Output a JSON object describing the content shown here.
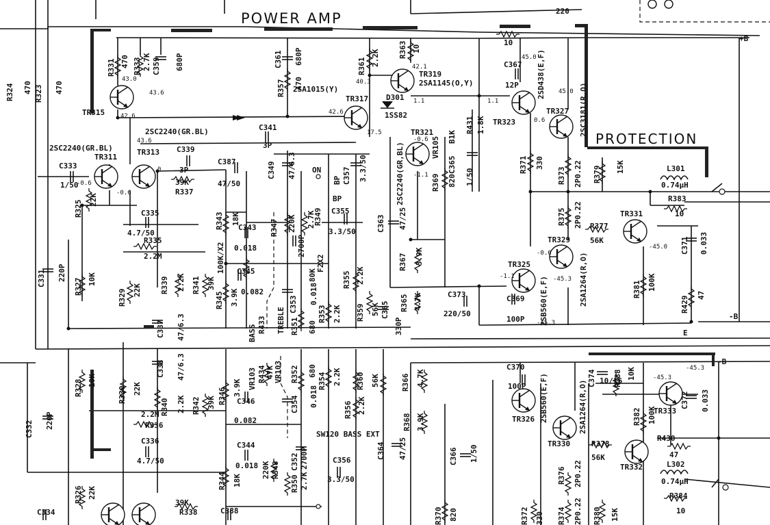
{
  "diagram": {
    "title_power_amp": "POWER AMP",
    "title_protection": "PROTECTION",
    "rails": {
      "pos": "+B",
      "neg": "-B",
      "neg2": "-B",
      "earth": "E"
    },
    "top": {
      "r_220": "220",
      "r324": "R324",
      "r324v": "470",
      "r323": "R323",
      "r323v": "470"
    },
    "transistors": [
      {
        "id": "TR315",
        "type": ""
      },
      {
        "id": "TR313",
        "type": "2SC2240(GR.BL)"
      },
      {
        "id": "TR311",
        "type": "2SC2240(GR.BL)"
      },
      {
        "id": "TR317",
        "type": "2SA1015(Y)"
      },
      {
        "id": "TR319",
        "type": "2SA1145(O,Y)"
      },
      {
        "id": "TR321",
        "type": "2SC2240(GR,BL)"
      },
      {
        "id": "TR323",
        "type": "2SD438(E,F)"
      },
      {
        "id": "TR327",
        "type": "2SC3181(R,O)"
      },
      {
        "id": "TR331",
        "type": ""
      },
      {
        "id": "TR329",
        "type": "2SA1264(R,O)"
      },
      {
        "id": "TR325",
        "type": "2SB560(E,F)"
      },
      {
        "id": "TR326",
        "type": "2SB560(E,F)"
      },
      {
        "id": "TR330",
        "type": "2SA1264(R,O)"
      },
      {
        "id": "TR332",
        "type": ""
      },
      {
        "id": "TR333",
        "type": ""
      }
    ],
    "parts": {
      "r331": "R331",
      "r331v": "470",
      "r333": "R333",
      "r333v": "2.7K",
      "c359": "C359",
      "c359v": "680P",
      "c361": "C361",
      "c361v": "680P",
      "r357": "R357",
      "r357v": "470",
      "r361": "R361",
      "r361v": "2.2K",
      "r363": "R363",
      "r363v": "10",
      "d301": "D301",
      "d301v": "1SS82",
      "c367": "C367",
      "c367v": "12P",
      "r_10": "10",
      "c341": "C341",
      "c341v": "3P",
      "c339": "C339",
      "c339v": "3P",
      "r337": "R337",
      "r337v": "39K",
      "c387": "C387",
      "c387v": "47/50",
      "c333": "C333",
      "c333v": "1/50",
      "r325": "R325",
      "r325v": "22K",
      "c335": "C335",
      "c335v": "4.7/50",
      "r335": "R335",
      "r335v": "2.2M",
      "c331": "C331",
      "c331v": "220P",
      "r327": "R327",
      "r327v": "10K",
      "r329": "R329",
      "r329v": "22K",
      "r339": "R339",
      "r339v": "2.2K",
      "r341": "R341",
      "r341v": "39K",
      "c337": "C337",
      "c337v": "47/6.3",
      "r343": "R343",
      "r343v": "18K",
      "c343": "C343",
      "c343v": "0.018",
      "vr101": "100K/X2",
      "r345": "R345",
      "r345v": "3.9K",
      "c345": "C345",
      "c345v": "0.082",
      "c349": "C349",
      "c349v": "47/6.3",
      "r347": "R347",
      "r347v": "220K",
      "r349": "R349",
      "r349v": "2.7K",
      "c351": "C351",
      "c351v": "2700P",
      "vr_f2": "F2X2",
      "r_80k": "80K",
      "c353": "C353",
      "c353v": "0.018",
      "c355": "C355",
      "c355v": "3.3/50",
      "c357": "C357",
      "c357v": "3.3/50",
      "sw_on": "ON",
      "sw_bp": "BP",
      "sw_bp2": "BP",
      "r355": "R355",
      "r355v": "2.2K",
      "r353": "R353",
      "r353v": "2.2K",
      "r351": "R351",
      "r351v": "680",
      "r433": "R433",
      "bass": "BASS",
      "treble": "TREBLE",
      "r359": "R359",
      "r359v": "56K",
      "c365": "C365",
      "c365v": "330P",
      "r365": "R365",
      "r365v": "4.7K",
      "c363": "C363",
      "c363v": "47/25",
      "r367": "R367",
      "r367v": "3.9K",
      "r369": "R369",
      "r369v": "820",
      "vr105": "VR105",
      "vr105v": "B1K",
      "r431": "R431",
      "r431v": "1.8K",
      "c365b": "C365",
      "c365bv": "1/50",
      "r371": "R371",
      "r371v": "330",
      "r373": "R373",
      "r373v": "2P0.22",
      "r379": "R379",
      "r379v": "15K",
      "l301": "L301",
      "l301v": "0.74µH",
      "r383": "R383",
      "r383v": "10",
      "r375": "R375",
      "r375v": "2P0.22",
      "r377": "R377",
      "r377v": "56K",
      "c371": "C371",
      "c371v": "0.033",
      "c373": "C373",
      "c373v": "220/50",
      "c369": "C369",
      "c369v": "100P",
      "r381": "R381",
      "r381v": "100K",
      "r429": "R429",
      "r429v": "47",
      "c370": "C370",
      "c370v": "100P",
      "c374": "C374",
      "c374v": "10/16",
      "r388": "R388",
      "r388v": "10K",
      "c372": "C372",
      "c372v": "0.033",
      "r382": "R382",
      "r382v": "100K",
      "r430": "R430",
      "r430v": "47",
      "r378": "R378",
      "r378v": "56K",
      "r376": "R376",
      "r376v": "2P0.22",
      "l302": "L302",
      "l302v": "0.74µH",
      "r384": "R384",
      "r384v": "10",
      "r374": "R374",
      "r374v": "2P0.22",
      "r380": "R380",
      "r380v": "15K",
      "r370": "R370",
      "r370v": "820",
      "r372": "R372",
      "r372v": "330",
      "c332": "C332",
      "c332v": "220P",
      "r328": "R328",
      "r328v": "10K",
      "r330": "R330",
      "r330v": "22K",
      "r340": "R340",
      "r340v": "2.2K",
      "r342": "R342",
      "r342v": "39K",
      "c338": "C338",
      "c338v": "47/6.3",
      "r336": "R336",
      "r336v": "2.2M",
      "c336": "C336",
      "c336v": "4.7/50",
      "r326": "R326",
      "r326v": "22K",
      "c334": "C334",
      "r338": "R338",
      "r338v": "39K",
      "c388": "C388",
      "r346": "R346",
      "r346v": "3.9K",
      "vr103": "VR103",
      "r434": "R434",
      "r434v": "47K",
      "r352": "R352",
      "r352v": "680",
      "c346": "C346",
      "c346v": "0.082",
      "c354": "C354",
      "c354v": "0.018",
      "r354": "R354",
      "r354v": "2.2K",
      "c344": "C344",
      "c344v": "0.018",
      "r344": "R344",
      "r344v": "18K",
      "r348": "R348",
      "r348v": "220K",
      "r350": "R350",
      "r350v": "2.7K",
      "c352": "C352",
      "c352v": "2700P",
      "sw120": "SW120 BASS EXT",
      "c356": "C356",
      "c356v": "3.3/50",
      "r356": "R356",
      "r356v": "2.2K",
      "r360": "R360",
      "r360v": "56K",
      "r366": "R366",
      "r366v": "4.7K",
      "r368": "R368",
      "r368v": "3.9K",
      "c364": "C364",
      "c364v": "47/25",
      "c366": "C366",
      "c366v": "1/50"
    },
    "voltages": {
      "v1": "43.0",
      "v2": "43.6",
      "v3": "42.6",
      "v4": "43.6",
      "v5": "40.3",
      "v6": "42.1",
      "v7": "1.1",
      "v8": "42.6",
      "v9": "45.0",
      "v10": "45.0",
      "v11": "1.1",
      "v12": "0.6",
      "v13": "-0.6",
      "v14": "-1.1",
      "v15": "-45.0",
      "v16": "-0.6",
      "v17": "-45.3",
      "v18": "-1.1",
      "v19": "-45.3",
      "v20": "-45.3",
      "v21": "-45.3",
      "v22": "0",
      "v23": "-0.6",
      "v24": "17.5",
      "v25": "-0.6"
    }
  }
}
